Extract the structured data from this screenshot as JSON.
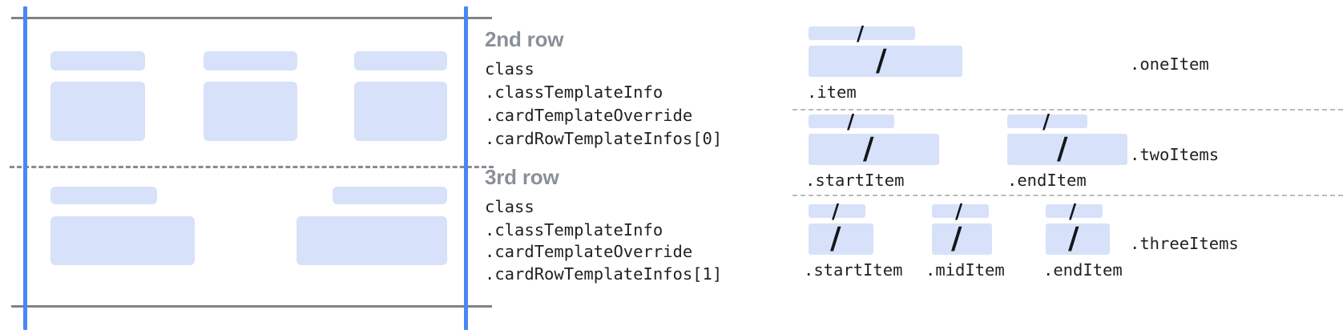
{
  "colors": {
    "placeholder_fill": "#d7e1fa",
    "guide_blue": "#4a86f7",
    "rule_gray": "#808285",
    "dash_gray": "#8a8c8e",
    "dot_gray": "#b9bbbe",
    "title_gray": "#8a9099",
    "mono_text": "#1f2023"
  },
  "left_diagram": {
    "name": "card-row-preview",
    "top_rule": true,
    "bottom_rule": true,
    "mid_divider": "dashed",
    "left_guide": "blue-vertical-guide",
    "right_guide": "blue-vertical-guide",
    "rows": [
      {
        "name": "2nd-row-preview",
        "columns": 3
      },
      {
        "name": "3rd-row-preview",
        "columns": 2
      }
    ]
  },
  "descriptions": [
    {
      "title": "2nd row",
      "lines": [
        "class",
        ".classTemplateInfo",
        ".cardTemplateOverride",
        ".cardRowTemplateInfos[0]"
      ]
    },
    {
      "title": "3rd row",
      "lines": [
        "class",
        ".classTemplateInfo",
        ".cardTemplateOverride",
        ".cardRowTemplateInfos[1]"
      ]
    }
  ],
  "right_diagram": {
    "slash_glyph": "/",
    "groups": [
      {
        "group_label": ".oneItem",
        "items": [
          {
            "label": ".item"
          }
        ]
      },
      {
        "group_label": ".twoItems",
        "items": [
          {
            "label": ".startItem"
          },
          {
            "label": ".endItem"
          }
        ]
      },
      {
        "group_label": ".threeItems",
        "items": [
          {
            "label": ".startItem"
          },
          {
            "label": ".midItem"
          },
          {
            "label": ".endItem"
          }
        ]
      }
    ]
  }
}
